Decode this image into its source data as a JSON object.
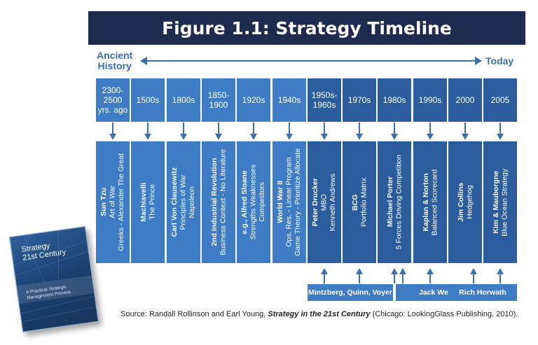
{
  "title": "Figure 1.1: Strategy Timeline",
  "range": {
    "left": "Ancient History",
    "left_line1": "Ancient",
    "left_line2": "History",
    "right": "Today"
  },
  "colors": {
    "title_bg": "#1d2b4f",
    "light_box": "#3e7cc6",
    "dark_box": "#2b5c9e",
    "accent": "#3a6fb0"
  },
  "eras": [
    {
      "label": "2300-2500 yrs. ago"
    },
    {
      "label": "1500s"
    },
    {
      "label": "1800s"
    },
    {
      "label": "1850-1900"
    },
    {
      "label": "1920s"
    },
    {
      "label": "1940s"
    },
    {
      "label": "1950s-1960s"
    },
    {
      "label": "1970s"
    },
    {
      "label": "1980s"
    },
    {
      "label": "1990s"
    },
    {
      "label": "2000"
    },
    {
      "label": "2005"
    }
  ],
  "entries": [
    {
      "name": "Sun Tzu",
      "lines": [
        "Art of War",
        "Greeks - Alexander The Great"
      ]
    },
    {
      "name": "Machiavelli",
      "lines": [
        "The Prince"
      ]
    },
    {
      "name": "Carl Von Clausewitz",
      "lines": [
        "Principles of War",
        "Napoleon"
      ]
    },
    {
      "name": "2nd Industrial Revolution",
      "lines": [
        "Business Context - No Literature"
      ]
    },
    {
      "name": "e.g., Alfred Sloane",
      "lines": [
        "Strengths Weaknesses",
        "Competitors"
      ]
    },
    {
      "name": "World War II",
      "lines": [
        "Ops. Res. - Linear Program",
        "Game Theory - Prioritize Allocate"
      ]
    },
    {
      "name": "Peter Drucker",
      "lines": [
        "MBO",
        "Kenneth Andrews"
      ]
    },
    {
      "name": "BCG",
      "lines": [
        "Portfolio Matrix"
      ]
    },
    {
      "name": "Michael Porter",
      "lines": [
        "5 Forces Driving Competition"
      ]
    },
    {
      "name": "Kaplan & Norton",
      "lines": [
        "Balanced Scorecard"
      ]
    },
    {
      "name": "Jim Collins",
      "lines": [
        "Hedgehog"
      ]
    },
    {
      "name": "Kim & Mauborgne",
      "lines": [
        "Blue Ocean Strategy"
      ]
    }
  ],
  "influencers": [
    {
      "label": "Mintzberg, Quinn, Voyer"
    },
    {
      "label": "Jack Welch"
    },
    {
      "label": "Rich Horwath"
    }
  ],
  "source": {
    "prefix": "Source: Randall Rollinson and Earl Young, ",
    "title": "Strategy in the 21st Century",
    "suffix": " (Chicago: LookingGlass Publishing, 2010)."
  },
  "book": {
    "title_line1": "Strategy",
    "title_line2": "21st Century",
    "subtitle_line1": "A Practical Strategic",
    "subtitle_line2": "Management Process"
  }
}
